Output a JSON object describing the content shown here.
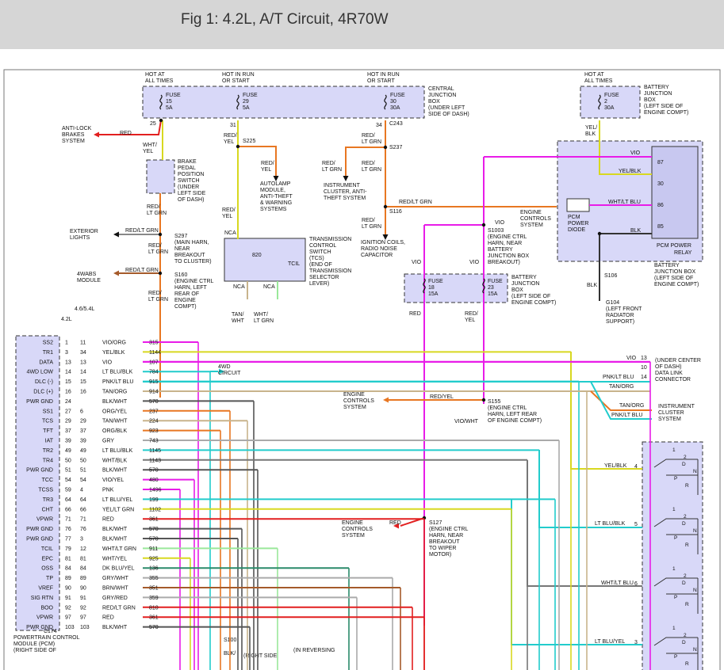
{
  "header": {
    "title": "Fig 1: 4.2L, A/T Circuit, 4R70W"
  },
  "colors": {
    "module_fill": "#d8d8f8",
    "red": "#e21f1f",
    "yellow": "#d8d820",
    "orange": "#e87722",
    "magenta": "#e81ce8",
    "cyan": "#22cccc",
    "tan": "#c8b48c",
    "green": "#9ae89a",
    "black": "#333333",
    "gray": "#aaaaaa",
    "dkblue": "#2a8a6a",
    "brown": "#a55a2a"
  },
  "hot": {
    "all_times_1": [
      "HOT AT",
      "ALL TIMES"
    ],
    "run_start_1": [
      "HOT IN RUN",
      "OR START"
    ],
    "run_start_2": [
      "HOT IN RUN",
      "OR START"
    ],
    "all_times_2": [
      "HOT AT",
      "ALL TIMES"
    ]
  },
  "fuses": {
    "f15": [
      "FUSE",
      "15",
      "5A"
    ],
    "f29": [
      "FUSE",
      "29",
      "5A"
    ],
    "f30": [
      "FUSE",
      "30",
      "30A"
    ],
    "f2": [
      "FUSE",
      "2",
      "30A"
    ],
    "f18": [
      "FUSE",
      "18",
      "15A"
    ],
    "f23": [
      "FUSE",
      "23",
      "15A"
    ]
  },
  "boxes": {
    "central_junction": [
      "CENTRAL",
      "JUNCTION",
      "BOX",
      "(UNDER LEFT",
      "SIDE OF DASH)"
    ],
    "battery_junction_top": [
      "BATTERY",
      "JUNCTION",
      "BOX",
      "(LEFT SIDE OF",
      "ENGINE COMPT)"
    ],
    "battery_junction_mid": [
      "BATTERY",
      "JUNCTION",
      "BOX",
      "(LEFT SIDE OF",
      "ENGINE COMPT)"
    ],
    "battery_junction_relay": [
      "BATTERY",
      "JUNCTION BOX",
      "(LEFT SIDE OF",
      "ENGINE COMPT)"
    ],
    "tcs": [
      "TRANSMISSION",
      "CONTROL",
      "SWITCH",
      "(TCS)",
      "(END OF",
      "TRANSMISSION",
      "SELECTOR",
      "LEVER)"
    ],
    "brake_switch": [
      "BRAKE",
      "PEDAL",
      "POSITION",
      "SWITCH",
      "(UNDER",
      "LEFT SIDE",
      "OF DASH)"
    ]
  },
  "relay": {
    "title": "PCM POWER",
    "subtitle": "RELAY",
    "diode": [
      "PCM",
      "POWER",
      "DIODE"
    ],
    "pins": [
      "87",
      "30",
      "86",
      "85"
    ],
    "wires": [
      "VIO",
      "YEL/BLK",
      "WHT/LT BLU",
      "BLK"
    ]
  },
  "destinations": {
    "abs": [
      "ANTI-LOCK",
      "BRAKES",
      "SYSTEM"
    ],
    "exterior_lights": [
      "EXTERIOR",
      "LIGHTS"
    ],
    "abs4wabs": [
      "4WABS",
      "MODULE"
    ],
    "autolamp": [
      "AUTOLAMP",
      "MODULE,",
      "ANTI-THEFT",
      "& WARNING",
      "SYSTEMS"
    ],
    "instrument_cluster_top": [
      "INSTRUMENT",
      "CLUSTER, ANTI-",
      "THEFT SYSTEM"
    ],
    "ignition_coils": [
      "IGNITION COILS,",
      "RADIO NOISE",
      "CAPACITOR"
    ],
    "engine_controls_1": [
      "ENGINE",
      "CONTROLS",
      "SYSTEM"
    ],
    "engine_controls_2": [
      "ENGINE",
      "CONTROLS",
      "SYSTEM"
    ],
    "engine_controls_3": [
      "ENGINE",
      "CONTROLS",
      "SYSTEM"
    ],
    "fourwd": [
      "4WD",
      "CIRCUIT"
    ],
    "dlc": [
      "(UNDER CENTER",
      "OF DASH)",
      "DATA LINK",
      "CONNECTOR"
    ],
    "instrument_cluster": [
      "INSTRUMENT",
      "CLUSTER",
      "SYSTEM"
    ],
    "g104": [
      "G104",
      "(LEFT FRONT",
      "RADIATOR",
      "SUPPORT)"
    ]
  },
  "splices": {
    "s225": "S225",
    "s237": "S237",
    "s116": "S116",
    "s297": [
      "S297",
      "(MAIN HARN,",
      "NEAR",
      "BREAKOUT",
      "TO CLUSTER)"
    ],
    "s160": [
      "S160",
      "(ENGINE CTRL",
      "HARN, LEFT",
      "REAR OF",
      "ENGINE",
      "COMPT)"
    ],
    "s1003": [
      "S1003",
      "(ENGINE CTRL",
      "HARN, NEAR",
      "BATTERY",
      "JUNCTION BOX",
      "BREAKOUT)"
    ],
    "s155": [
      "S155",
      "(ENGINE CTRL",
      "HARN, LEFT REAR",
      "OF ENGINE COMPT)"
    ],
    "s127": [
      "S127",
      "(ENGINE CTRL",
      "HARN, NEAR",
      "BREAKOUT",
      "TO WIPER",
      "MOTOR)"
    ],
    "s106": "S106",
    "s100": "S100",
    "c243": "C243",
    "c174": "C174"
  },
  "wire_labels": {
    "red_abs": "RED",
    "wht_yel": [
      "WHT/",
      "YEL"
    ],
    "red_yel_31": [
      "RED/",
      "YEL"
    ],
    "red_yel_auto": [
      "RED/",
      "YEL"
    ],
    "red_ltgrn_34": [
      "RED/",
      "LT GRN"
    ],
    "red_ltgrn_inst": [
      "RED/",
      "LT GRN"
    ],
    "red_ltgrn_s237": [
      "RED/",
      "LT GRN"
    ],
    "red_ltgrn_s116": "RED/LT GRN",
    "red_ltgrn_ign": [
      "RED/",
      "LT GRN"
    ],
    "red_ltgrn_brake": [
      "RED/",
      "LT GRN"
    ],
    "red_ltgrn_ext": "RED/LT GRN",
    "red_ltgrn_s297": [
      "RED/",
      "LT GRN"
    ],
    "red_ltgrn_4wabs": "RED/LT GRN",
    "red_ltgrn_s160": [
      "RED/",
      "LT GRN"
    ],
    "red_yel_tcs": [
      "RED/",
      "YEL"
    ],
    "tan_wht": [
      "TAN/",
      "WHT"
    ],
    "wht_ltgrn": [
      "WHT/",
      "LT GRN"
    ],
    "nca": [
      "NCA",
      "NCA",
      "NCA"
    ],
    "vio_1003": "VIO",
    "vio_a": "VIO",
    "vio_b": "VIO",
    "red_f18": "RED",
    "red_yel_f23": [
      "RED/",
      "YEL"
    ],
    "red_yel_s155": "RED/YEL",
    "vio_wht": "VIO/WHT",
    "red_s127": "RED",
    "yel_blk_top": [
      "YEL/",
      "BLK"
    ],
    "blk_s106": "BLK",
    "tcs_820": "820",
    "tcs_tcil": "TCIL",
    "f4_2l": "4.2L",
    "f4_6": "4.6/5.4L",
    "dlc_vio": "VIO",
    "dlc_pnk": "PNK/LT BLU",
    "dlc_tan": "TAN/ORG",
    "ic_tan": "TAN/ORG",
    "ic_pnk": "PNK/LT BLU",
    "dlc_pins": [
      "13",
      "10",
      "14"
    ],
    "yel_blk_4": "YEL/BLK",
    "lt_blu_blk_5": "LT BLU/BLK",
    "wht_lt_blu_6": "WHT/LT BLU",
    "lt_blu_yel_3": "LT BLU/YEL",
    "right_pins": [
      "4",
      "5",
      "6",
      "3"
    ],
    "pin_25": "25",
    "pin_31": "31",
    "pin_34": "34",
    "bottom_blk": "BLK/",
    "bottom_right": "(RIGHT SIDE",
    "bottom_rev": "(IN REVERSING"
  },
  "pcm": {
    "title": [
      "POWERTRAIN CONTROL",
      "MODULE (PCM)",
      "(RIGHT SIDE OF"
    ],
    "rows": [
      {
        "sig": "SS2",
        "p1": "1",
        "p2": "11",
        "color": "VIO/ORG",
        "ckt": "315"
      },
      {
        "sig": "TR1",
        "p1": "3",
        "p2": "34",
        "color": "YEL/BLK",
        "ckt": "1144"
      },
      {
        "sig": "DATA",
        "p1": "13",
        "p2": "13",
        "color": "VIO",
        "ckt": "107"
      },
      {
        "sig": "4WD LOW",
        "p1": "14",
        "p2": "14",
        "color": "LT BLU/BLK",
        "ckt": "784"
      },
      {
        "sig": "DLC (-)",
        "p1": "15",
        "p2": "15",
        "color": "PNK/LT BLU",
        "ckt": "915"
      },
      {
        "sig": "DLC (+)",
        "p1": "16",
        "p2": "16",
        "color": "TAN/ORG",
        "ckt": "914"
      },
      {
        "sig": "PWR GND",
        "p1": "24",
        "p2": "",
        "color": "BLK/WHT",
        "ckt": "570"
      },
      {
        "sig": "SS1",
        "p1": "27",
        "p2": "6",
        "color": "ORG/YEL",
        "ckt": "237"
      },
      {
        "sig": "TCS",
        "p1": "29",
        "p2": "29",
        "color": "TAN/WHT",
        "ckt": "224"
      },
      {
        "sig": "TFT",
        "p1": "37",
        "p2": "37",
        "color": "ORG/BLK",
        "ckt": "923"
      },
      {
        "sig": "IAT",
        "p1": "39",
        "p2": "39",
        "color": "GRY",
        "ckt": "743"
      },
      {
        "sig": "TR2",
        "p1": "49",
        "p2": "49",
        "color": "LT BLU/BLK",
        "ckt": "1145"
      },
      {
        "sig": "TR4",
        "p1": "50",
        "p2": "50",
        "color": "WHT/BLK",
        "ckt": "1143"
      },
      {
        "sig": "PWR GND",
        "p1": "51",
        "p2": "51",
        "color": "BLK/WHT",
        "ckt": "570"
      },
      {
        "sig": "TCC",
        "p1": "54",
        "p2": "54",
        "color": "VIO/YEL",
        "ckt": "480"
      },
      {
        "sig": "TCSS",
        "p1": "59",
        "p2": "4",
        "color": "PNK",
        "ckt": "1496"
      },
      {
        "sig": "TR3",
        "p1": "64",
        "p2": "64",
        "color": "LT BLU/YEL",
        "ckt": "199"
      },
      {
        "sig": "CHT",
        "p1": "66",
        "p2": "66",
        "color": "YEL/LT GRN",
        "ckt": "1102"
      },
      {
        "sig": "VPWR",
        "p1": "71",
        "p2": "71",
        "color": "RED",
        "ckt": "361"
      },
      {
        "sig": "PWR GND",
        "p1": "76",
        "p2": "76",
        "color": "BLK/WHT",
        "ckt": "570"
      },
      {
        "sig": "PWR GND",
        "p1": "77",
        "p2": "3",
        "color": "BLK/WHT",
        "ckt": "570"
      },
      {
        "sig": "TCIL",
        "p1": "79",
        "p2": "12",
        "color": "WHT/LT GRN",
        "ckt": "911"
      },
      {
        "sig": "EPC",
        "p1": "81",
        "p2": "81",
        "color": "WHT/YEL",
        "ckt": "925"
      },
      {
        "sig": "OSS",
        "p1": "84",
        "p2": "84",
        "color": "DK BLU/YEL",
        "ckt": "136"
      },
      {
        "sig": "TP",
        "p1": "89",
        "p2": "89",
        "color": "GRY/WHT",
        "ckt": "355"
      },
      {
        "sig": "VREF",
        "p1": "90",
        "p2": "90",
        "color": "BRN/WHT",
        "ckt": "351"
      },
      {
        "sig": "SIG RTN",
        "p1": "91",
        "p2": "91",
        "color": "GRY/RED",
        "ckt": "359"
      },
      {
        "sig": "BOO",
        "p1": "92",
        "p2": "92",
        "color": "RED/LT GRN",
        "ckt": "810"
      },
      {
        "sig": "VPWR",
        "p1": "97",
        "p2": "97",
        "color": "RED",
        "ckt": "361"
      },
      {
        "sig": "PWR GND",
        "p1": "103",
        "p2": "103",
        "color": "BLK/WHT",
        "ckt": "570"
      }
    ]
  },
  "switch_block": {
    "pos_labels": [
      "1",
      "2",
      "D",
      "N",
      "P",
      "R"
    ]
  }
}
